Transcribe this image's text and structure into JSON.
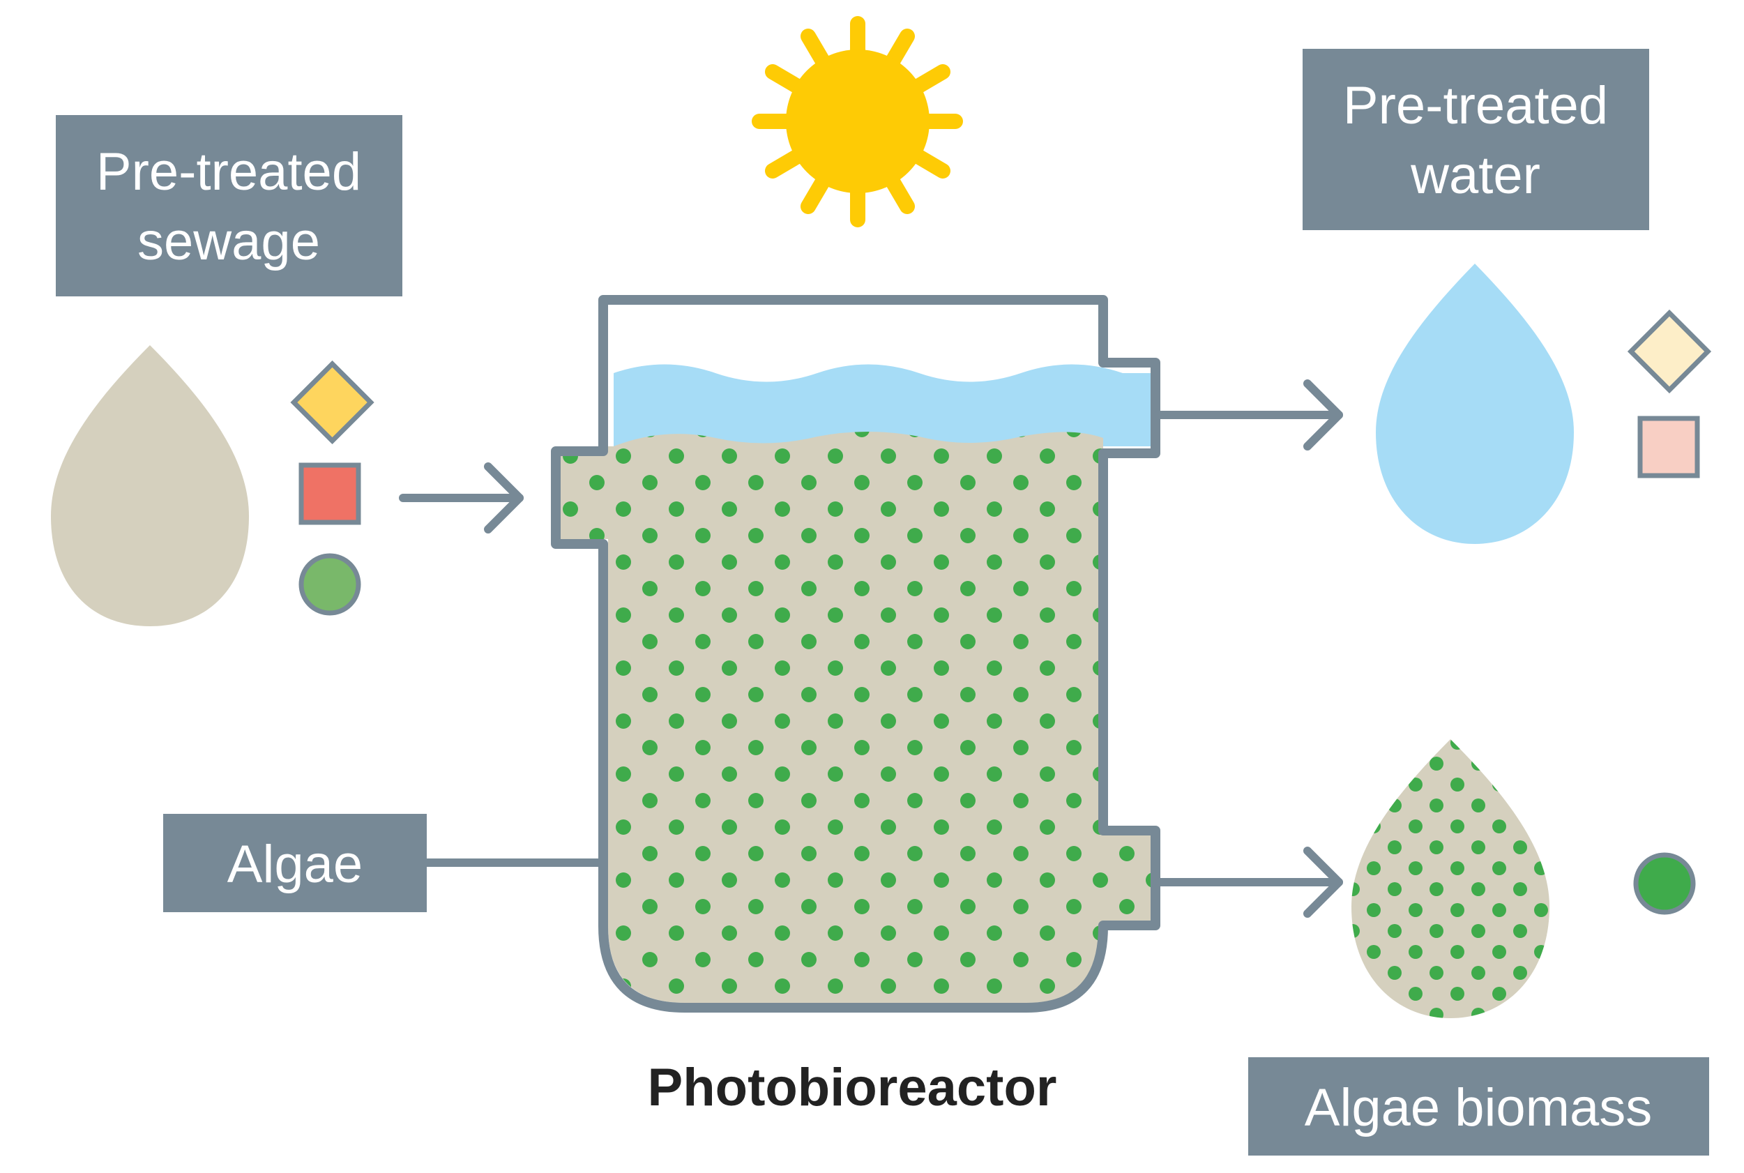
{
  "labels": {
    "sewage": {
      "line1": "Pre-treated",
      "line2": "sewage"
    },
    "water": {
      "line1": "Pre-treated",
      "line2": "water"
    },
    "algae": "Algae",
    "biomass": "Algae biomass",
    "reactor": "Photobioreactor"
  },
  "colors": {
    "label_box": "#778996",
    "vessel_stroke": "#778996",
    "sewage": "#d5d0be",
    "water": "#a6dcf6",
    "algae_dot": "#3fab4b",
    "sun": "#fecb05",
    "nutrient_diamond": "#fed55e",
    "nutrient_square": "#ef7265",
    "nutrient_circle": "#79b86a",
    "treated_diamond": "#fdeec8",
    "treated_square": "#f8cfc4",
    "biomass_circle": "#3fab4b"
  },
  "icons": [
    "sun-icon",
    "sewage-drop-icon",
    "water-drop-icon",
    "biomass-drop-icon",
    "diamond-icon",
    "square-icon",
    "circle-icon",
    "arrow-right-icon"
  ]
}
